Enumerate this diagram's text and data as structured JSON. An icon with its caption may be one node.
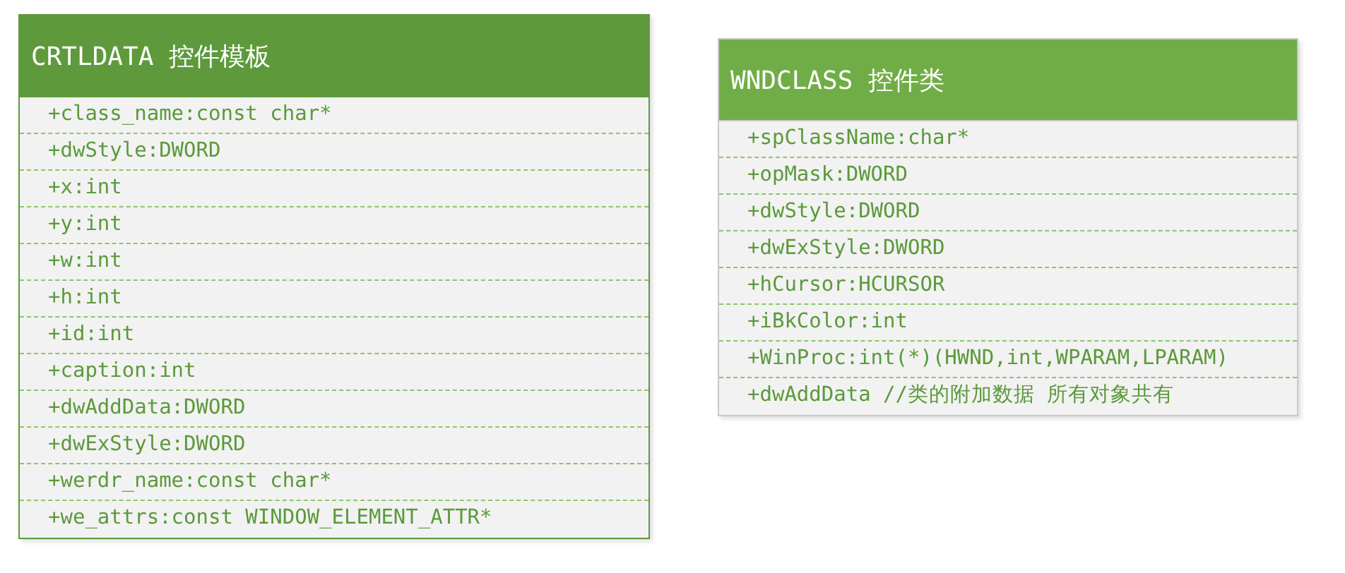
{
  "diagram": {
    "nodes": [
      {
        "text": [
          "CRTLDATA 控件模板",
          "+class_name:const char*",
          "+dwStyle:DWORD",
          "+x:int",
          "+y:int",
          "+w:int",
          "+h:int",
          "+id:int",
          "+caption:int",
          "+dwAddData:DWORD",
          "+dwExStyle:DWORD",
          "+werdr_name:const char*",
          "+we_attrs:const WINDOW_ELEMENT_ATTR*"
        ]
      },
      {
        "text": [
          "WNDCLASS 控件类",
          "+spClassName:char*",
          "+opMask:DWORD",
          "+dwStyle:DWORD",
          "+dwExStyle:DWORD",
          "+hCursor:HCURSOR",
          "+iBkColor:int",
          "+WinProc:int(*)(HWND,int,WPARAM,LPARAM)",
          "+dwAddData //类的附加数据 所有对象共有"
        ]
      }
    ]
  }
}
